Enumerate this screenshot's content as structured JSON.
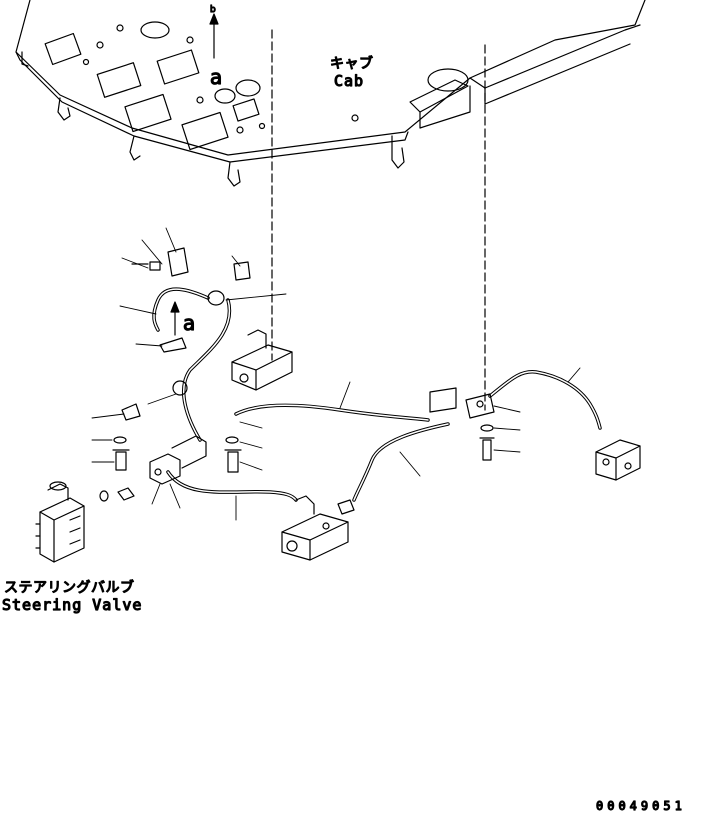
{
  "labels": {
    "cab_jp": "キャブ",
    "cab_en": "Cab",
    "valve_jp": "ステアリングバルブ",
    "valve_en": "Steering Valve",
    "view_a": "a",
    "view_a_lower": "a",
    "arrow_marker": "b",
    "drawing_number": "00049051"
  }
}
